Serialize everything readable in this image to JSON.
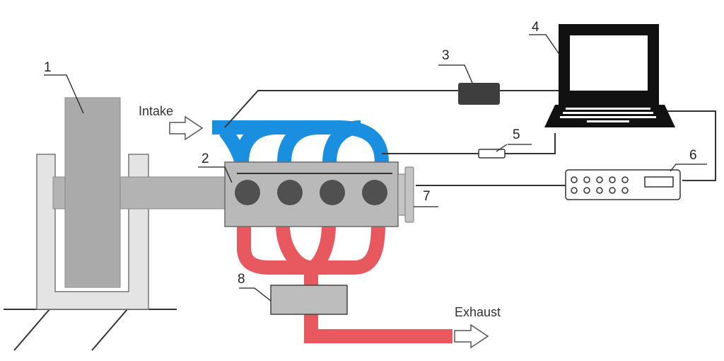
{
  "labels": {
    "intake": "Intake",
    "exhaust": "Exhaust"
  },
  "callouts": {
    "n1": "1",
    "n2": "2",
    "n3": "3",
    "n4": "4",
    "n5": "5",
    "n6": "6",
    "n7": "7",
    "n8": "8"
  },
  "colors": {
    "intake_manifold": "#1a8fe0",
    "exhaust_manifold": "#e8595f",
    "engine_block": "#b9b9b9",
    "cylinder": "#505050",
    "shaft": "#b0b0b0",
    "device_dark": "#3a3a3a"
  },
  "icons": {
    "intake_arrow": "arrow-right-outline-icon",
    "exhaust_arrow": "arrow-right-outline-icon",
    "computer": "laptop-icon"
  }
}
